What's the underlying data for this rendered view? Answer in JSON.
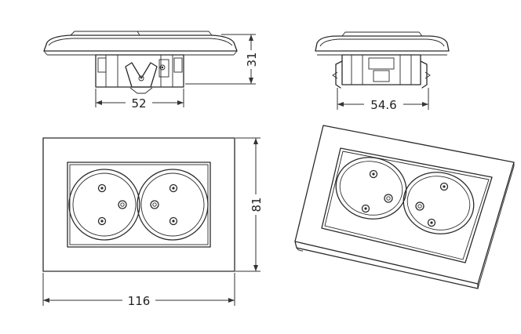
{
  "dimensions": {
    "width_bracket": "52",
    "width_side": "54.6",
    "height_depth": "31",
    "height_plate": "81",
    "width_plate": "116"
  },
  "colors": {
    "line": "#2a2a2a",
    "background": "#ffffff"
  }
}
